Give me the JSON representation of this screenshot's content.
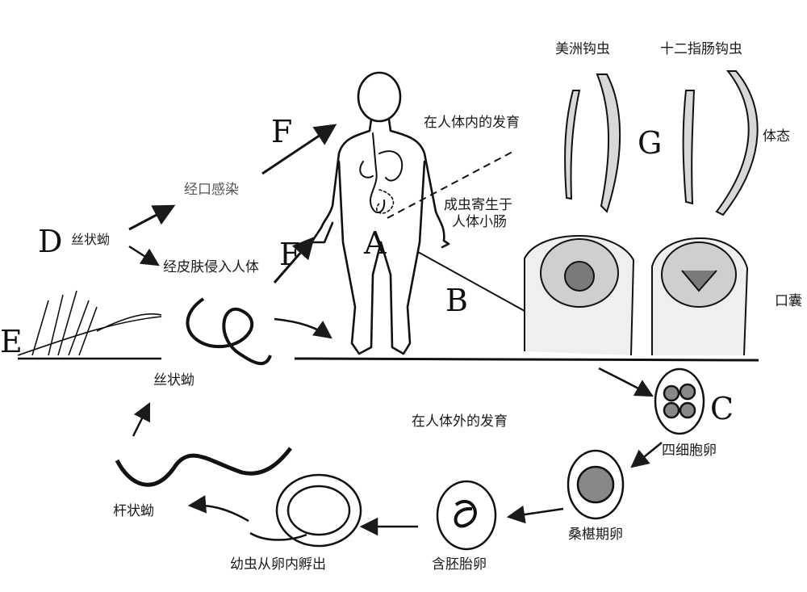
{
  "letters": {
    "a": "A",
    "b": "B",
    "c": "C",
    "d": "D",
    "e": "E",
    "f_top": "F",
    "f_mid": "F",
    "g": "G"
  },
  "labels": {
    "american_hookworm": "美洲钩虫",
    "duodenal_hookworm": "十二指肠钩虫",
    "body_form": "体态",
    "inside_body": "在人体内的发育",
    "adult_parasite_line1": "成虫寄生于",
    "adult_parasite_line2": "人体小肠",
    "oral_infection": "经口感染",
    "filariform_larva_d": "丝状蚴",
    "skin_infection": "经皮肤侵入人体",
    "buccal_capsule": "口囊",
    "filariform_larva": "丝状蚴",
    "outside_body": "在人体外的发育",
    "four_cell_egg": "四细胞卵",
    "rhabditiform_larva": "杆状蚴",
    "morula_egg": "桑椹期卵",
    "larva_hatch": "幼虫从卵内孵出",
    "embryonated_egg": "含胚胎卵"
  },
  "colors": {
    "ink": "#1a1a1a",
    "faint": "#555555"
  }
}
